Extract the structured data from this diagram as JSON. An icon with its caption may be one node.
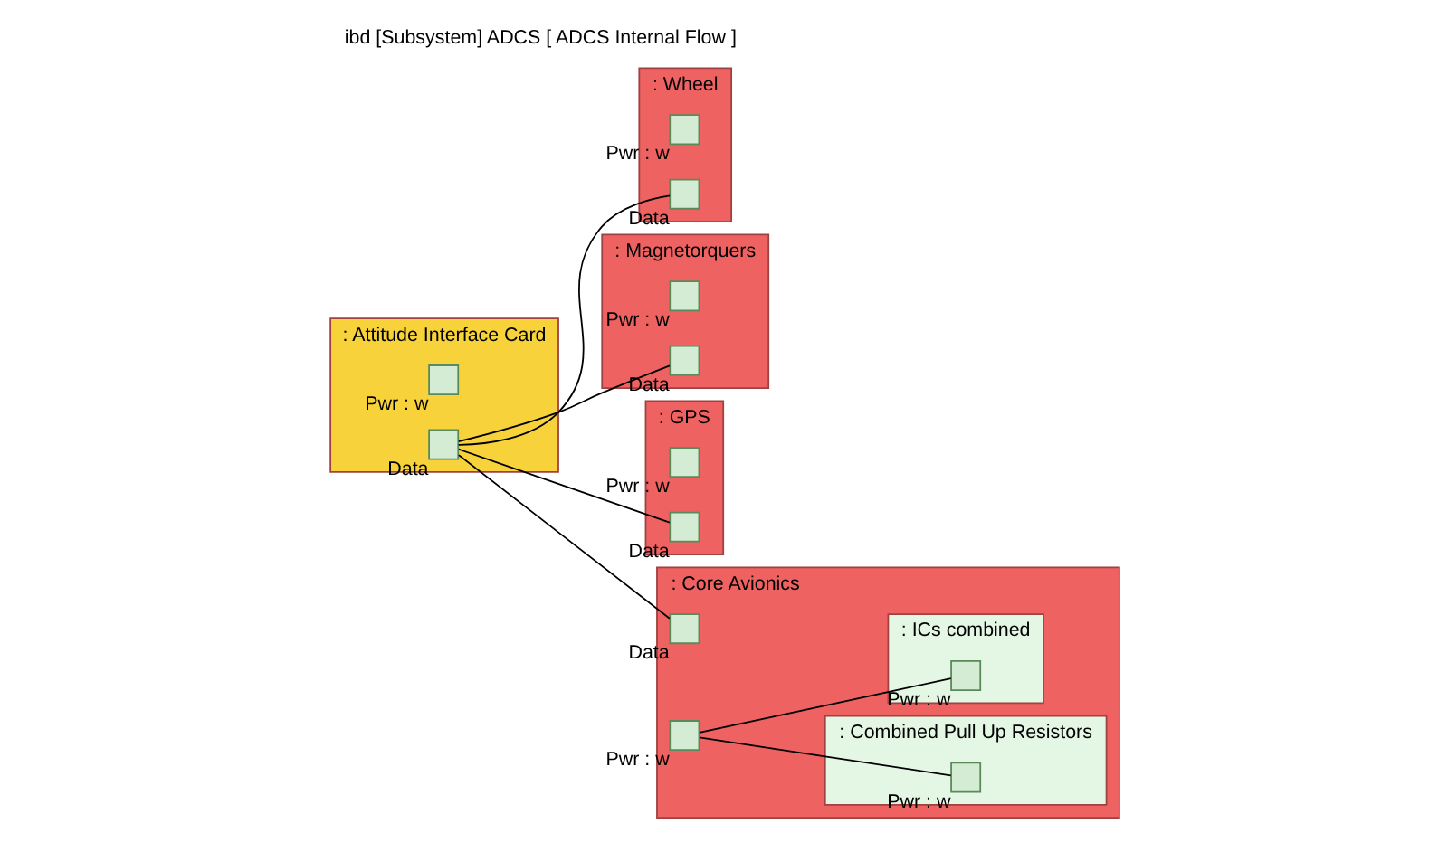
{
  "diagram": {
    "title": "ibd [Subsystem] ADCS [ ADCS Internal Flow ]",
    "nodes": [
      {
        "text": [
          ": Attitude Interface Card"
        ]
      },
      {
        "text": [],
        "shape": "box",
        "beside": [
          "Pwr : w"
        ],
        "in": 0
      },
      {
        "text": [],
        "shape": "box",
        "beside": [
          "Data"
        ],
        "in": 0
      },
      {
        "text": [
          ": Wheel"
        ]
      },
      {
        "text": [],
        "shape": "box",
        "beside": [
          "Pwr : w"
        ],
        "in": 3
      },
      {
        "text": [],
        "shape": "box",
        "beside": [
          "Data"
        ],
        "in": 3
      },
      {
        "text": [
          ": Magnetorquers"
        ]
      },
      {
        "text": [],
        "shape": "box",
        "beside": [
          "Pwr : w"
        ],
        "in": 6
      },
      {
        "text": [],
        "shape": "box",
        "beside": [
          "Data"
        ],
        "in": 6
      },
      {
        "text": [
          ": GPS"
        ]
      },
      {
        "text": [],
        "shape": "box",
        "beside": [
          "Pwr : w"
        ],
        "in": 9
      },
      {
        "text": [],
        "shape": "box",
        "beside": [
          "Data"
        ],
        "in": 9
      },
      {
        "text": [
          ": Core Avionics"
        ]
      },
      {
        "text": [],
        "shape": "box",
        "beside": [
          "Data"
        ],
        "in": 12
      },
      {
        "text": [],
        "shape": "box",
        "beside": [
          "Pwr : w"
        ],
        "in": 12
      },
      {
        "text": [
          ": Combined Pull Up Resistors"
        ],
        "in": 12
      },
      {
        "text": [],
        "shape": "box",
        "beside": [
          "Pwr : w"
        ],
        "in": 15
      },
      {
        "text": [
          ": ICs combined"
        ],
        "in": 12
      },
      {
        "text": [],
        "shape": "box",
        "beside": [
          "Pwr : w"
        ],
        "in": 17
      }
    ],
    "edges": [
      {
        "from": 2,
        "to": 13,
        "arrow": "none"
      },
      {
        "from": 2,
        "to": 5,
        "arrow": "none"
      },
      {
        "from": 2,
        "to": 8,
        "arrow": "none"
      },
      {
        "from": 2,
        "to": 11,
        "arrow": "none"
      },
      {
        "from": 14,
        "to": 16,
        "arrow": "none"
      },
      {
        "from": 14,
        "to": 18,
        "arrow": "none"
      }
    ]
  }
}
